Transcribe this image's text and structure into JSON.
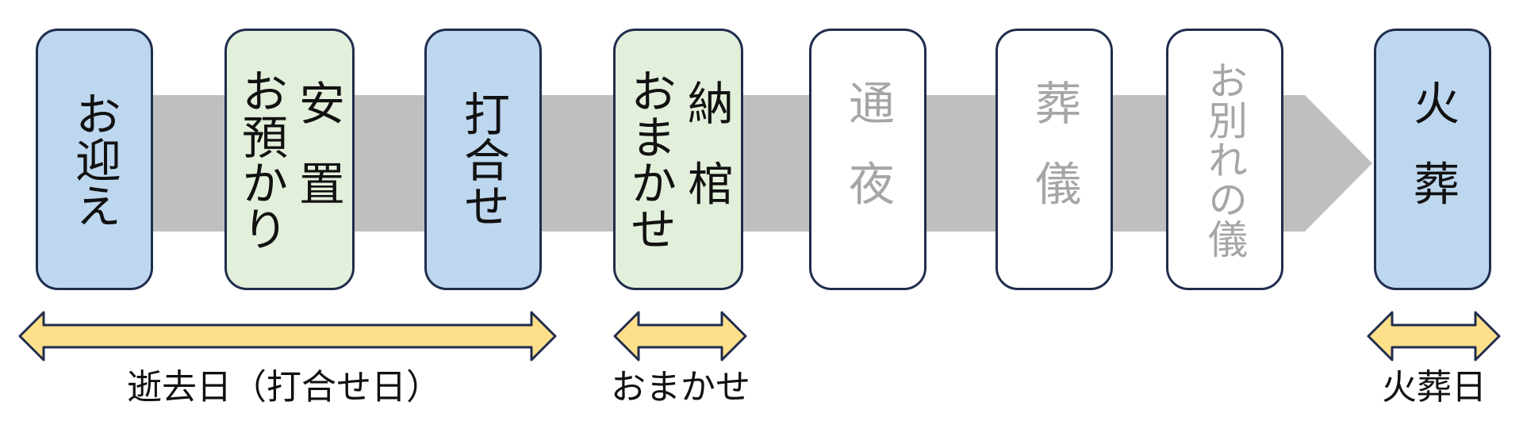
{
  "steps": [
    {
      "id": "omukae",
      "style": "blue",
      "columns": [
        "お迎え"
      ]
    },
    {
      "id": "anchi",
      "style": "green",
      "columns": [
        "安置",
        "お預かり"
      ]
    },
    {
      "id": "uchiawase",
      "style": "blue",
      "columns": [
        "打合せ"
      ]
    },
    {
      "id": "nokan",
      "style": "green",
      "columns": [
        "納棺",
        "おまかせ"
      ]
    },
    {
      "id": "tsuya",
      "style": "faded",
      "columns": [
        "通夜"
      ]
    },
    {
      "id": "sougi",
      "style": "faded",
      "columns": [
        "葬儀"
      ]
    },
    {
      "id": "owakare",
      "style": "faded",
      "columns": [
        "お別れの儀"
      ]
    },
    {
      "id": "kasou",
      "style": "blue",
      "columns": [
        "火葬"
      ]
    }
  ],
  "labels": {
    "day_of_death": "逝去日（打合せ日）",
    "omakase": "おまかせ",
    "cremation_day": "火葬日"
  },
  "colors": {
    "flow_arrow": "#bfbfbf",
    "border": "#1f2d4d",
    "blue_fill": "#bdd7ee",
    "green_fill": "#e2efda",
    "faded_text": "#a6a6a6",
    "range_arrow_fill": "#ffe08a",
    "range_arrow_stroke": "#1f2d4d"
  }
}
